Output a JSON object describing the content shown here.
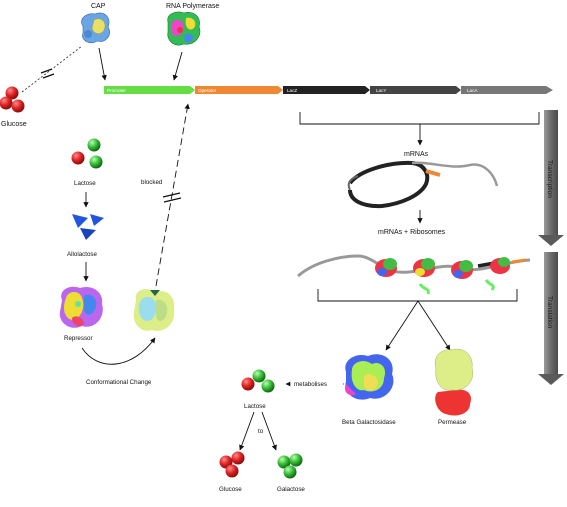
{
  "labels": {
    "cap": "CAP",
    "rna_polymerase": "RNA Polymerase",
    "glucose_top": "Glucose",
    "lactose_left": "Lactose",
    "allolactose": "Allolactose",
    "repressor": "Repressor",
    "conformational_change": "Conformational Change",
    "blocked": "blocked",
    "mrnas": "mRNAs",
    "mrnas_ribosomes": "mRNAs + Ribosomes",
    "beta_galactosidase": "Beta Galactosidase",
    "permease": "Permease",
    "lactose_bottom": "Lactose",
    "metabolises": "metabolises",
    "to": "to",
    "glucose_bottom": "Glucose",
    "galactose": "Galactose"
  },
  "operon": {
    "segments": [
      {
        "label": "Promoter",
        "color": "#66dd44"
      },
      {
        "label": "Operator",
        "color": "#ee8833"
      },
      {
        "label": "LacZ",
        "color": "#222222"
      },
      {
        "label": "LacY",
        "color": "#444444"
      },
      {
        "label": "LacA",
        "color": "#777777"
      }
    ]
  },
  "side_bars": {
    "transcription": "Transcription",
    "translation": "Translation"
  },
  "colors": {
    "glucose_red": "#dd2222",
    "galactose_green": "#33bb33",
    "allolactose_blue": "#2255dd",
    "permease_top": "#ddee88",
    "permease_bottom": "#ee3333",
    "bar_gray": "#777777"
  }
}
